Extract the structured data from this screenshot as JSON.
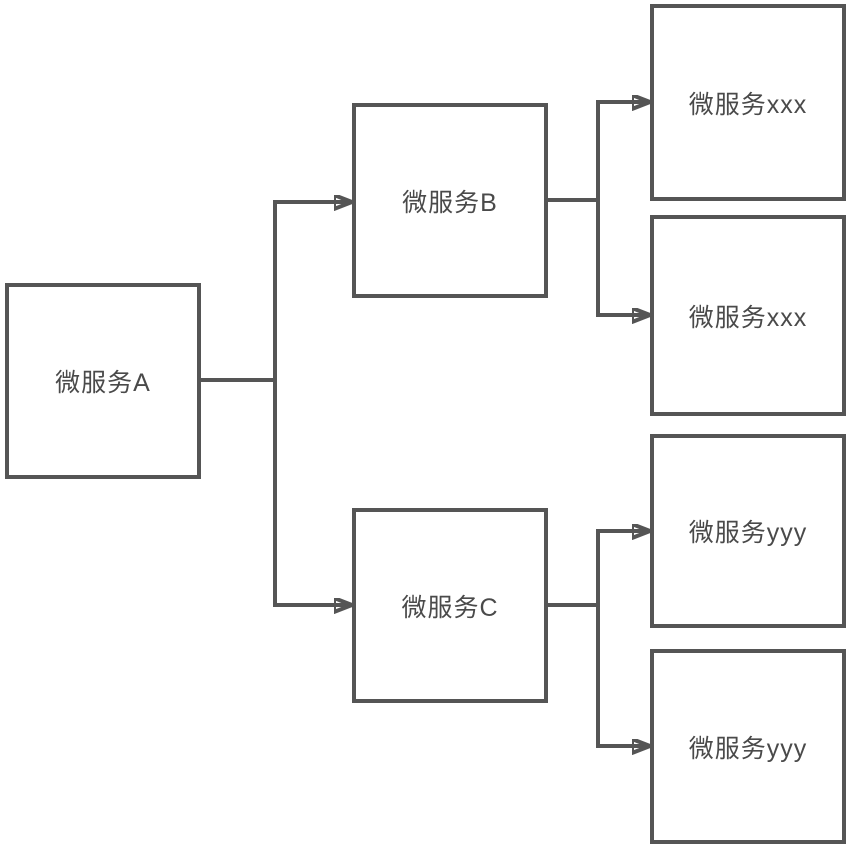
{
  "diagram": {
    "type": "flowchart",
    "background_color": "#ffffff",
    "line_color": "#555555",
    "node_border_color": "#555555",
    "node_fill_color": "#ffffff",
    "text_color": "#4a4a4a",
    "nodes": [
      {
        "id": "a",
        "label": "微服务A"
      },
      {
        "id": "b",
        "label": "微服务B"
      },
      {
        "id": "c",
        "label": "微服务C"
      },
      {
        "id": "xxx-1",
        "label": "微服务xxx"
      },
      {
        "id": "xxx-2",
        "label": "微服务xxx"
      },
      {
        "id": "yyy-1",
        "label": "微服务yyy"
      },
      {
        "id": "yyy-2",
        "label": "微服务yyy"
      }
    ],
    "edges": [
      {
        "from": "a",
        "to": "b"
      },
      {
        "from": "a",
        "to": "c"
      },
      {
        "from": "b",
        "to": "xxx-1"
      },
      {
        "from": "b",
        "to": "xxx-2"
      },
      {
        "from": "c",
        "to": "yyy-1"
      },
      {
        "from": "c",
        "to": "yyy-2"
      }
    ]
  }
}
